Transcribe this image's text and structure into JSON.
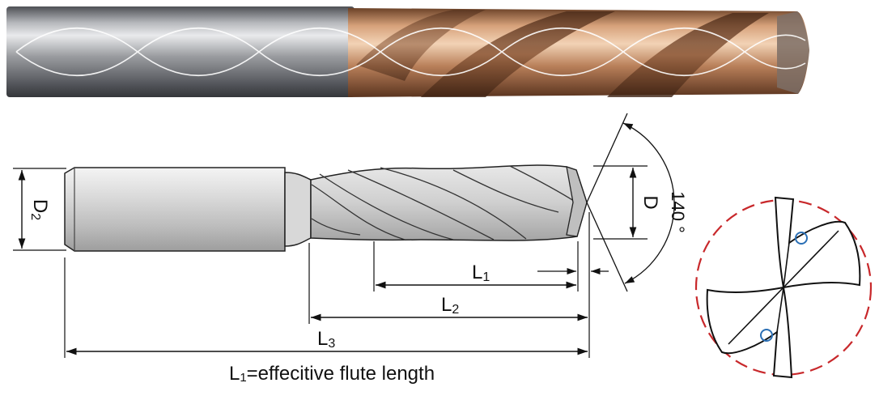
{
  "labels": {
    "d2_main": "D",
    "d2_sub": "2",
    "d_main": "D",
    "l1_main": "L",
    "l1_sub": "1",
    "l2_main": "L",
    "l2_sub": "2",
    "l3_main": "L",
    "l3_sub": "3",
    "angle": "140",
    "angle_unit": "°"
  },
  "caption": {
    "main": "L",
    "sub": "1",
    "rest": "=effecitive flute length"
  },
  "colors": {
    "coating": "#b9805a",
    "shank": "#8d8f93",
    "outline_circle": "#c8282b",
    "coolant_hole": "#2a6fb5",
    "line": "#111111"
  }
}
